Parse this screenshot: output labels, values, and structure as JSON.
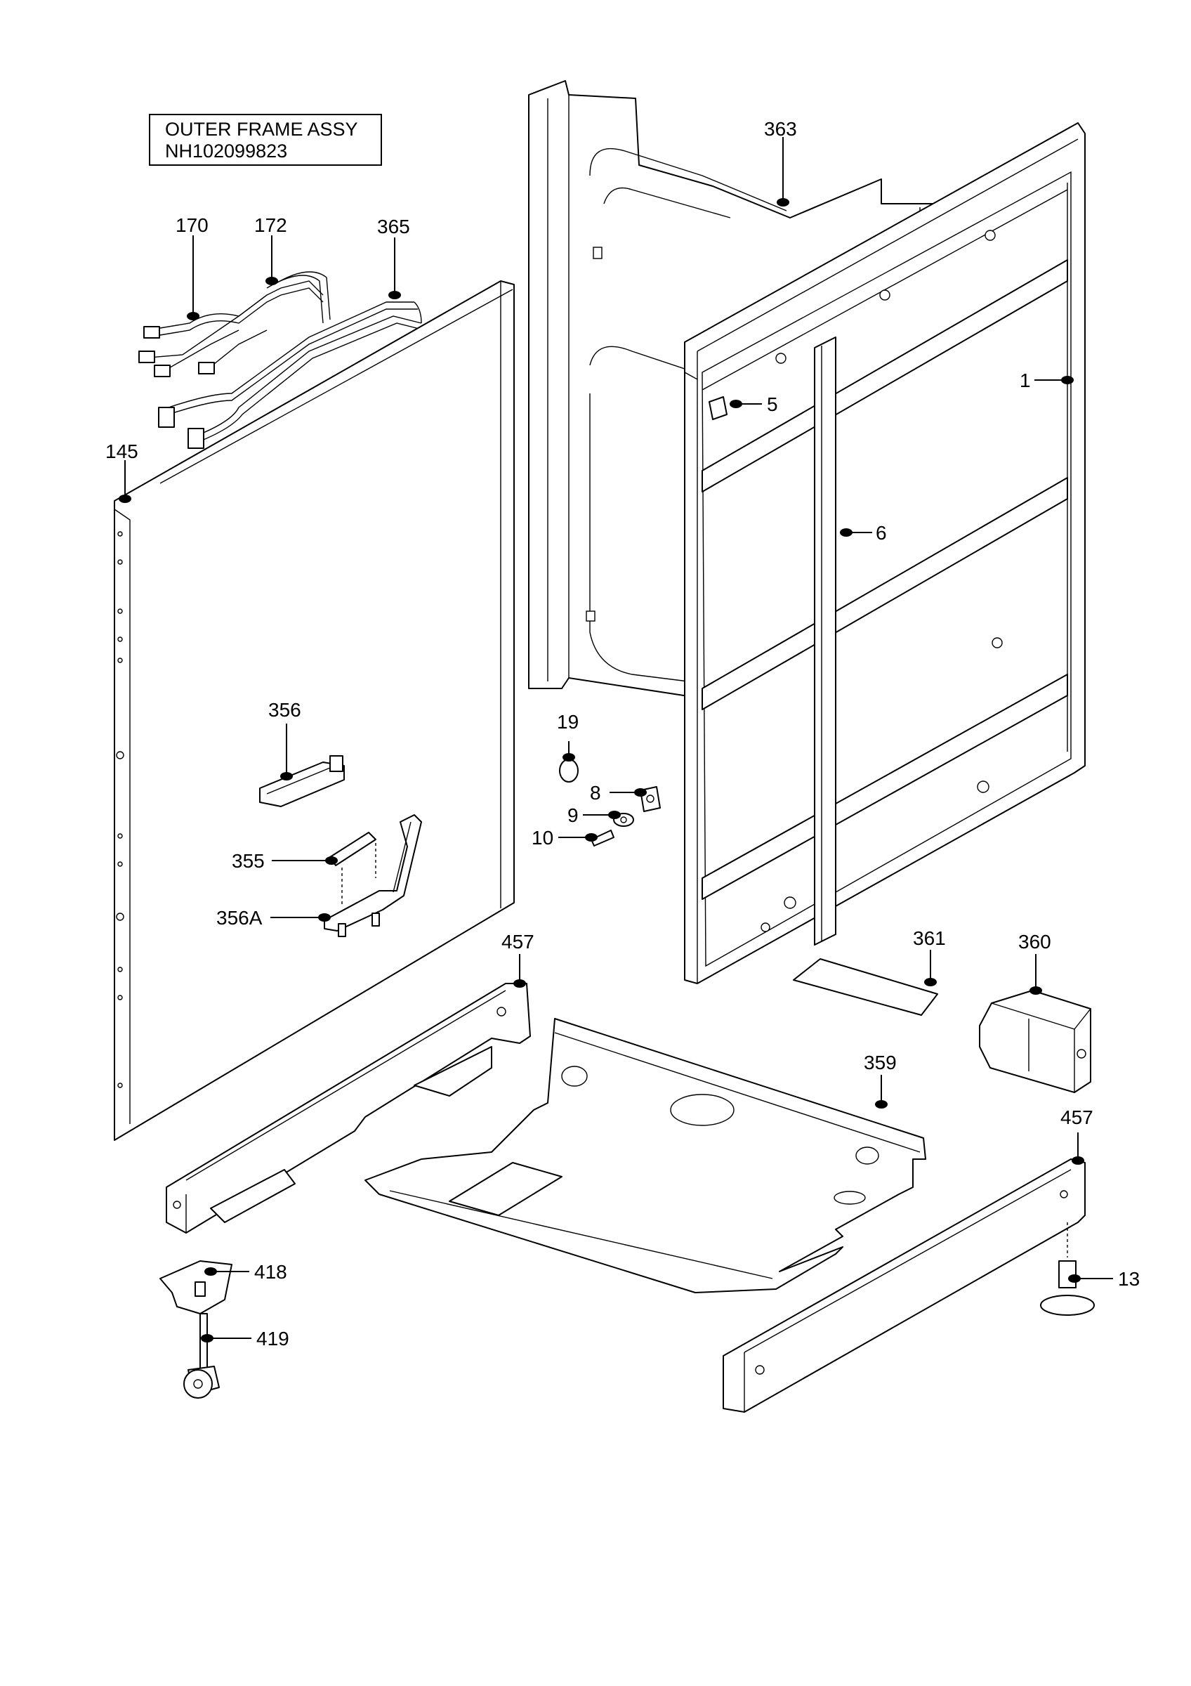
{
  "title": {
    "line1": "OUTER FRAME ASSY",
    "line2": "NH102099823"
  },
  "callouts": [
    {
      "id": "363"
    },
    {
      "id": "170"
    },
    {
      "id": "172"
    },
    {
      "id": "365"
    },
    {
      "id": "1"
    },
    {
      "id": "5"
    },
    {
      "id": "145"
    },
    {
      "id": "6"
    },
    {
      "id": "356"
    },
    {
      "id": "19"
    },
    {
      "id": "8"
    },
    {
      "id": "9"
    },
    {
      "id": "10"
    },
    {
      "id": "355"
    },
    {
      "id": "356A"
    },
    {
      "id": "457"
    },
    {
      "id": "361"
    },
    {
      "id": "360"
    },
    {
      "id": "359"
    },
    {
      "id": "457"
    },
    {
      "id": "418"
    },
    {
      "id": "13"
    },
    {
      "id": "419"
    }
  ]
}
